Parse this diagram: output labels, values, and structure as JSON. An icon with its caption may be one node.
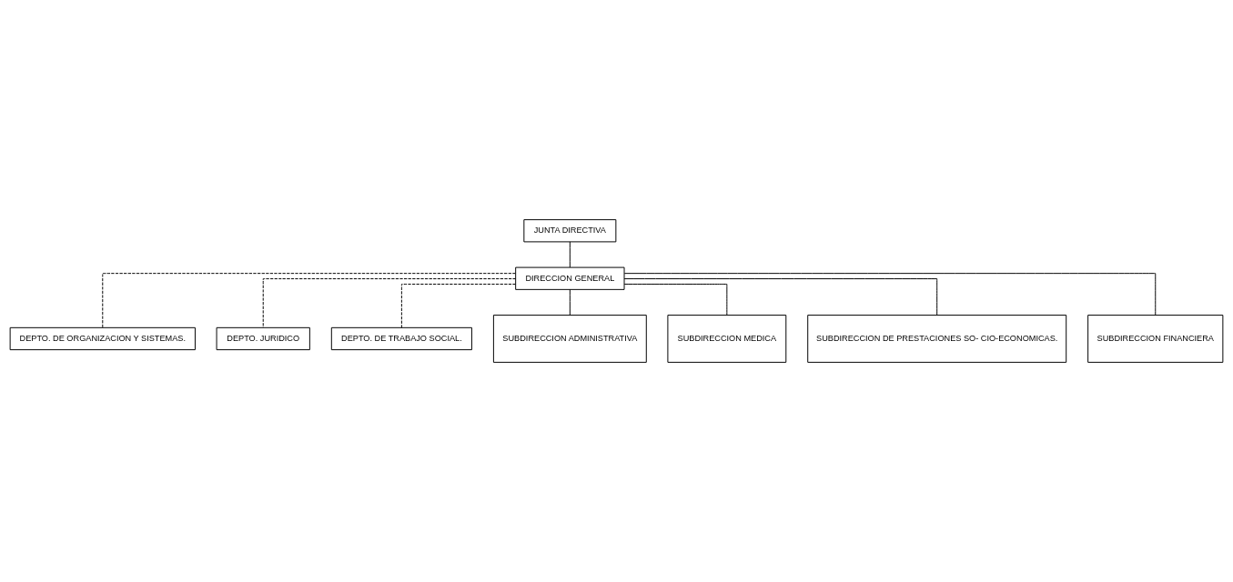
{
  "diagram": {
    "nodes": [
      {
        "text": [
          "JUNTA DIRECTIVA"
        ]
      },
      {
        "text": [
          "DIRECCION GENERAL"
        ]
      },
      {
        "text": [
          "DEPTO. DE ORGANIZACION Y SISTEMAS."
        ]
      },
      {
        "text": [
          "DEPTO. JURIDICO"
        ]
      },
      {
        "text": [
          "DEPTO. DE TRABAJO SOCIAL."
        ]
      },
      {
        "text": [
          "SUBDIRECCION ADMINISTRATIVA"
        ]
      },
      {
        "text": [
          "SUBDIRECCION MEDICA"
        ]
      },
      {
        "text": [
          "SUBDIRECCION DE PRESTACIONES SO- CIO-ECONOMICAS."
        ]
      },
      {
        "text": [
          "SUBDIRECCION FINANCIERA"
        ]
      }
    ],
    "edges": [
      {
        "from": 0,
        "to": 1,
        "arrow": "none"
      },
      {
        "from": 1,
        "to": 2,
        "arrow": "none",
        "style": "dashed"
      },
      {
        "from": 1,
        "to": 3,
        "arrow": "none",
        "style": "dashed"
      },
      {
        "from": 1,
        "to": 4,
        "arrow": "none",
        "style": "dashed"
      },
      {
        "from": 1,
        "to": 5,
        "arrow": "none"
      },
      {
        "from": 1,
        "to": 6,
        "arrow": "none"
      },
      {
        "from": 1,
        "to": 7,
        "arrow": "none"
      },
      {
        "from": 1,
        "to": 8,
        "arrow": "none"
      }
    ]
  }
}
